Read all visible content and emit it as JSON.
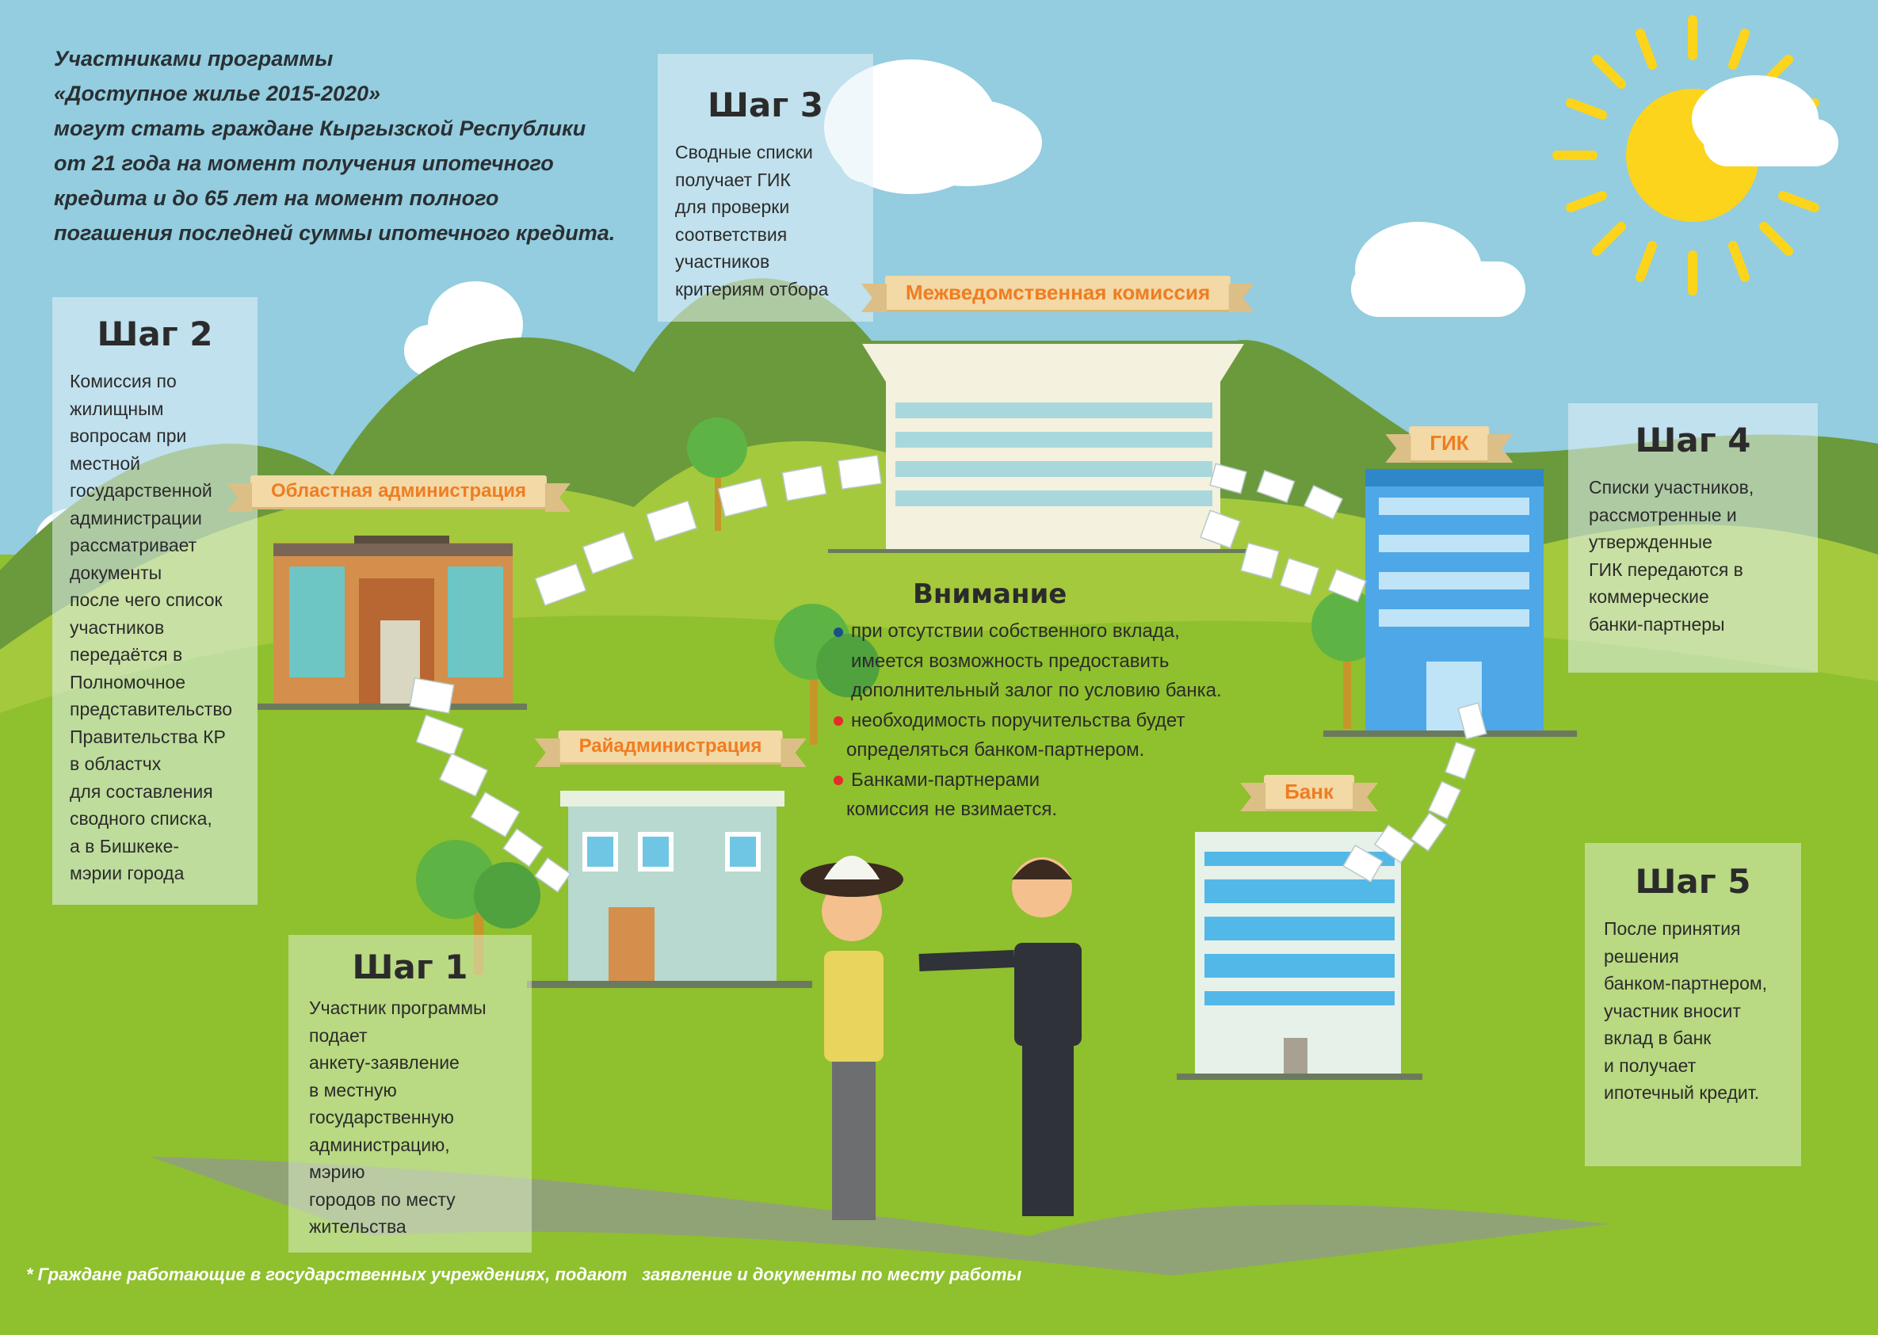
{
  "intro": {
    "lines": [
      "Участниками программы",
      "«Доступное жилье 2015-2020»",
      " могут стать граждане Кыргызской Республики",
      "от 21 года на момент получения ипотечного",
      "кредита и до 65 лет на момент полного",
      "погашения последней суммы ипотечного кредита."
    ]
  },
  "steps": [
    {
      "title": "Шаг 1",
      "text": "Участник программы\nподает\nанкету-заявление\nв местную\nгосударственную\nадминистрацию,\nмэрию\nгородов по месту\nжительства"
    },
    {
      "title": "Шаг 2",
      "text": "Комиссия по\n жилищным\nвопросам при\nместной\nгосударственной\nадминистрации\nрассматривает\nдокументы\nпосле чего список\n участников\n передаётся в\nПолномочное\nпредставительство\nПравительства КР\nв областчх\nдля составления\nсводного списка,\nа в Бишкеке-\nмэрии города"
    },
    {
      "title": "Шаг 3",
      "text": "Сводные списки\n получает ГИК\nдля проверки\nсоответствия\nучастников\nкритериям отбора"
    },
    {
      "title": "Шаг 4",
      "text": "Списки участников,\nрассмотренные и\nутвержденные\nГИК передаются в\nкоммерческие\nбанки-партнеры"
    },
    {
      "title": "Шаг 5",
      "text": "После принятия\nрешения\nбанком-партнером,\nучастник вносит\nвклад в банк\nи получает\nипотечный кредит."
    }
  ],
  "banners": {
    "commission": "Межведомственная комиссия",
    "oblast": "Областная администрация",
    "gik": "ГИК",
    "rayon": "Райадминистрация",
    "bank": "Банк"
  },
  "attention": {
    "title": "Внимание",
    "lines": [
      {
        "bullet": "#1b4f8a",
        "text": "при отсутствии собственного вклада,"
      },
      {
        "bullet": "",
        "text": "имеется возможность предоставить"
      },
      {
        "bullet": "",
        "text": "дополнительный залог по условию банка."
      },
      {
        "bullet": "#e52b2b",
        "text": "необходимость поручительства будет"
      },
      {
        "bullet": "",
        "text": "определяться банком-партнером."
      },
      {
        "bullet": "#e52b2b",
        "text": "Банками-партнерами"
      },
      {
        "bullet": "",
        "text": "комиссия не взимается."
      }
    ]
  },
  "footer": "* Граждане работающие в государственных учреждениях, подают   заявление и документы по месту работы",
  "colors": {
    "sky": "#93cddf",
    "grass": "#8fc02e",
    "banner_text": "#ef7d22",
    "sun": "#fcd41c"
  }
}
